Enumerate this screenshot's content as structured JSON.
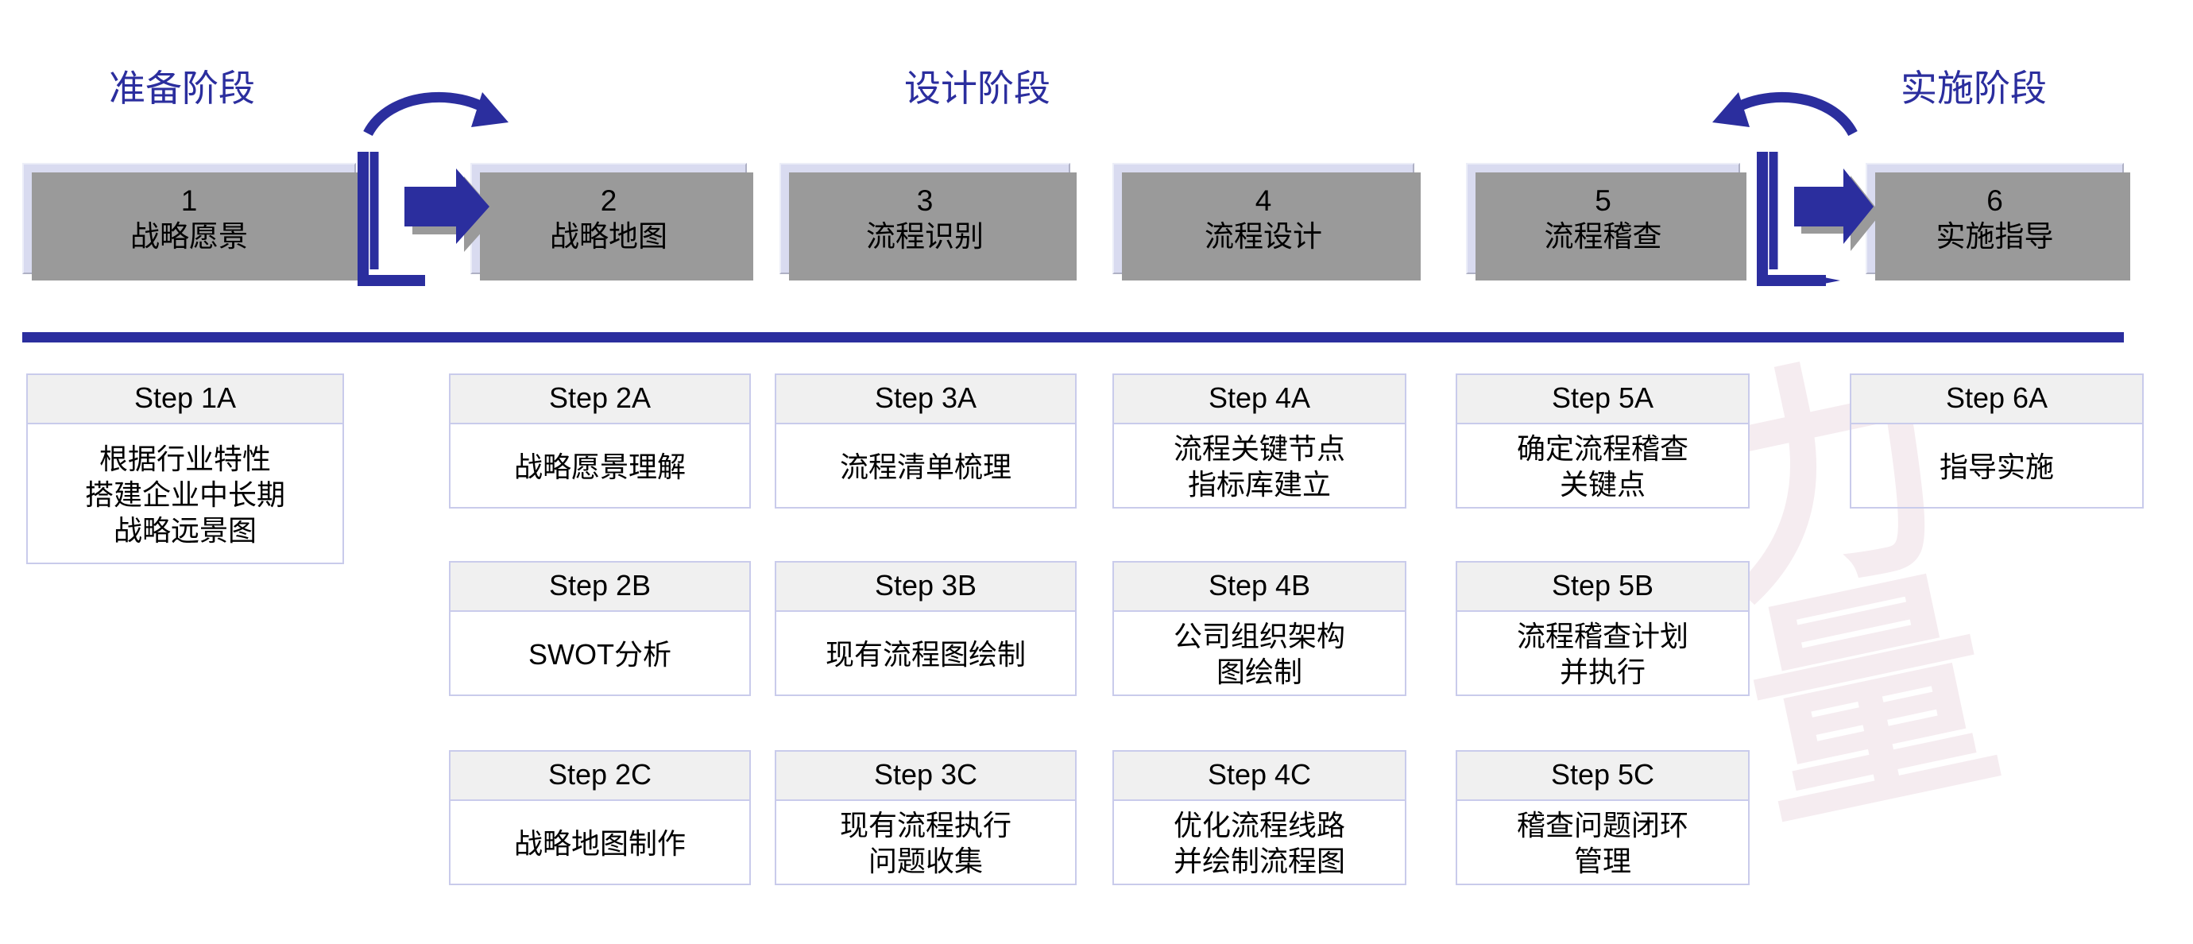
{
  "diagram": {
    "title_colors": {
      "phase": "#2b2e9e",
      "box_fill": "#d9dbf0",
      "accent": "#2b2e9e",
      "head_fill": "#f0f0f0"
    },
    "watermark_text": "力量",
    "phases": [
      {
        "id": "prep",
        "label": "准备阶段"
      },
      {
        "id": "design",
        "label": "设计阶段"
      },
      {
        "id": "impl",
        "label": "实施阶段"
      }
    ],
    "stages": [
      {
        "num": "1",
        "label": "战略愿景"
      },
      {
        "num": "2",
        "label": "战略地图"
      },
      {
        "num": "3",
        "label": "流程识别"
      },
      {
        "num": "4",
        "label": "流程设计"
      },
      {
        "num": "5",
        "label": "流程稽查"
      },
      {
        "num": "6",
        "label": "实施指导"
      }
    ],
    "columns": [
      {
        "col": "1",
        "steps": [
          {
            "id": "1A",
            "title": "Step 1A",
            "text": "根据行业特性\n搭建企业中长期\n战略远景图"
          }
        ]
      },
      {
        "col": "2",
        "steps": [
          {
            "id": "2A",
            "title": "Step 2A",
            "text": "战略愿景理解"
          },
          {
            "id": "2B",
            "title": "Step 2B",
            "text": "SWOT分析"
          },
          {
            "id": "2C",
            "title": "Step 2C",
            "text": "战略地图制作"
          }
        ]
      },
      {
        "col": "3",
        "steps": [
          {
            "id": "3A",
            "title": "Step 3A",
            "text": "流程清单梳理"
          },
          {
            "id": "3B",
            "title": "Step 3B",
            "text": "现有流程图绘制"
          },
          {
            "id": "3C",
            "title": "Step 3C",
            "text": "现有流程执行\n问题收集"
          }
        ]
      },
      {
        "col": "4",
        "steps": [
          {
            "id": "4A",
            "title": "Step 4A",
            "text": "流程关键节点\n指标库建立"
          },
          {
            "id": "4B",
            "title": "Step 4B",
            "text": "公司组织架构\n图绘制"
          },
          {
            "id": "4C",
            "title": "Step 4C",
            "text": "优化流程线路\n并绘制流程图"
          }
        ]
      },
      {
        "col": "5",
        "steps": [
          {
            "id": "5A",
            "title": "Step 5A",
            "text": "确定流程稽查\n关键点"
          },
          {
            "id": "5B",
            "title": "Step 5B",
            "text": "流程稽查计划\n并执行"
          },
          {
            "id": "5C",
            "title": "Step 5C",
            "text": "稽查问题闭环\n管理"
          }
        ]
      },
      {
        "col": "6",
        "steps": [
          {
            "id": "6A",
            "title": "Step 6A",
            "text": "指导实施"
          }
        ]
      }
    ],
    "connectors": [
      {
        "id": "connector-1-2",
        "direction": "right",
        "curve": "arc-right"
      },
      {
        "id": "connector-5-6",
        "direction": "right",
        "curve": "arc-left"
      }
    ]
  }
}
